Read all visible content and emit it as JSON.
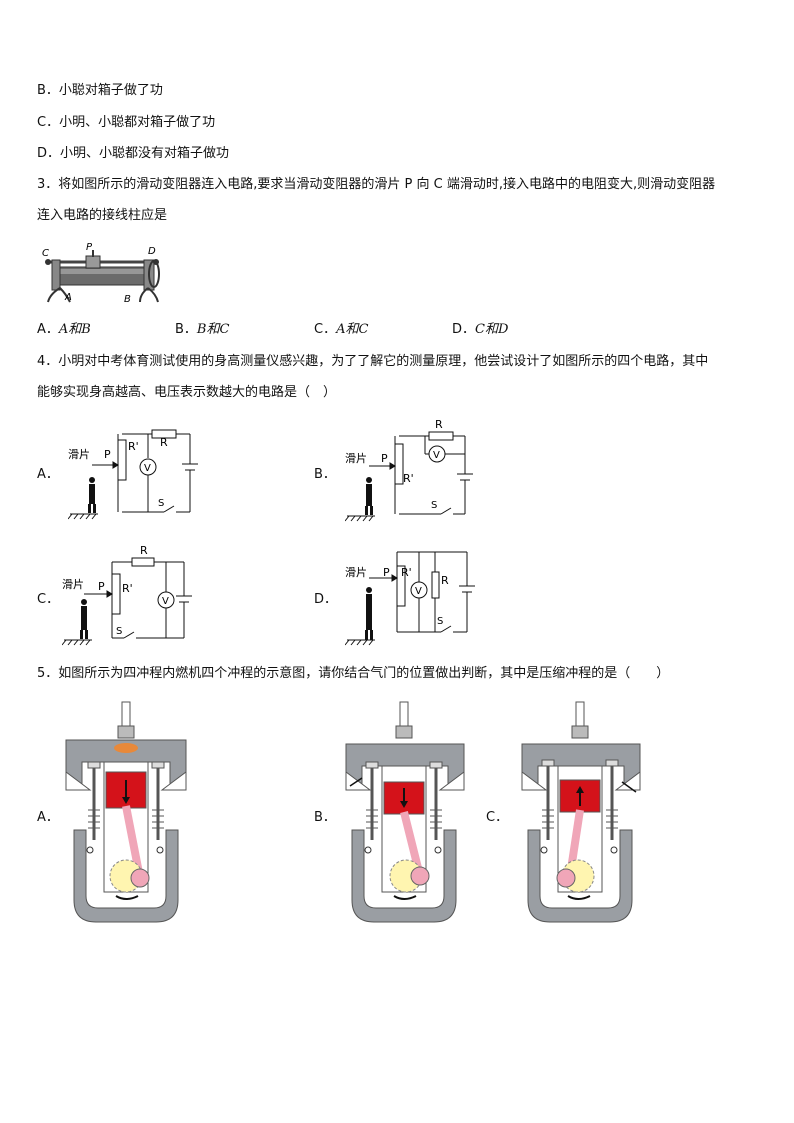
{
  "q2": {
    "opt_b": "B．小聪对箱子做了功",
    "opt_c": "C．小明、小聪都对箱子做了功",
    "opt_d": "D．小明、小聪都没有对箱子做功"
  },
  "q3": {
    "line1": "3．将如图所示的滑动变阻器连入电路,要求当滑动变阻器的滑片 P 向 C 端滑动时,接入电路中的电阻变大,则滑动变阻器",
    "line2": "连入电路的接线柱应是",
    "fig_labels": {
      "c": "C",
      "p": "P",
      "d": "D",
      "a": "A",
      "b": "B"
    },
    "options": [
      {
        "letter": "A．",
        "text": "A和B"
      },
      {
        "letter": "B．",
        "text": "B和C"
      },
      {
        "letter": "C．",
        "text": "A和C"
      },
      {
        "letter": "D．",
        "text": "C和D"
      }
    ]
  },
  "q4": {
    "line1": "4．小明对中考体育测试使用的身高测量仪感兴趣，为了了解它的测量原理，他尝试设计了如图所示的四个电路，其中",
    "line2": "能够实现身高越高、电压表示数越大的电路是（　）",
    "circuits": [
      {
        "letter": "A．"
      },
      {
        "letter": "B．"
      },
      {
        "letter": "C．"
      },
      {
        "letter": "D．"
      }
    ],
    "labels": {
      "slider": "滑片",
      "p": "P",
      "r": "R",
      "r_prime": "R'",
      "v": "V",
      "s": "S"
    }
  },
  "q5": {
    "line1": "5．如图所示为四冲程内燃机四个冲程的示意图，请你结合气门的位置做出判断，其中是压缩冲程的是（　　）",
    "figs": [
      {
        "letter": "A．"
      },
      {
        "letter": "B．"
      },
      {
        "letter": "C．"
      }
    ]
  }
}
